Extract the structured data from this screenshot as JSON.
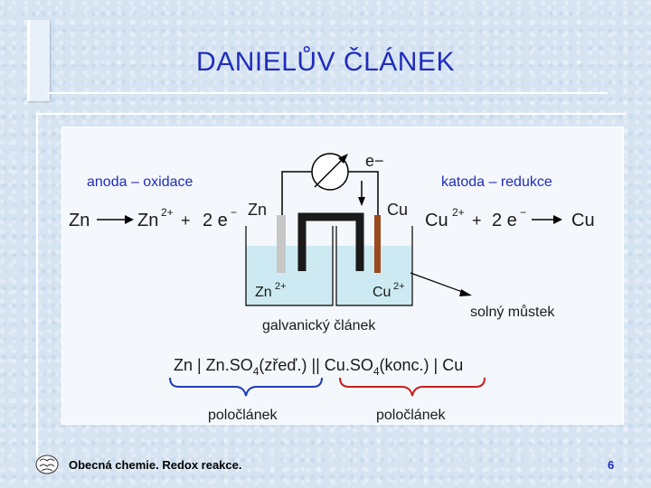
{
  "title": "DANIELŮV ČLÁNEK",
  "diagram": {
    "electron": "e−",
    "anode_label": "anoda – oxidace",
    "cathode_label": "katoda – redukce",
    "zn_left": "Zn",
    "zn_ion": "Zn",
    "two_plus": "2+",
    "plus_sign": "+",
    "two_e": "2 e",
    "minus": "−",
    "zn_electrode": "Zn",
    "cu_electrode": "Cu",
    "cu_ion": "Cu",
    "cu_right": "Cu",
    "zn2_solution": "Zn",
    "cu2_solution": "Cu",
    "sup2": "2+",
    "cell_caption": "galvanický článek",
    "salt_bridge": "solný můstek",
    "scheme_part1": "Zn | Zn.SO",
    "sub4a": "4",
    "scheme_part2": "(zřeď.) ||  Cu.SO",
    "sub4b": "4",
    "scheme_part3": "(konc.) | Cu",
    "half_cell_left": "poločlánek",
    "half_cell_right": "poločlánek",
    "colors": {
      "zn_electrode": "#c7c7c7",
      "cu_electrode": "#9b4a1e",
      "solution": "#cdeaf2",
      "brace_left": "#1e3cb4",
      "brace_right": "#c81e1e"
    }
  },
  "footer": {
    "course": "Obecná chemie. Redox reakce.",
    "page": "6"
  }
}
